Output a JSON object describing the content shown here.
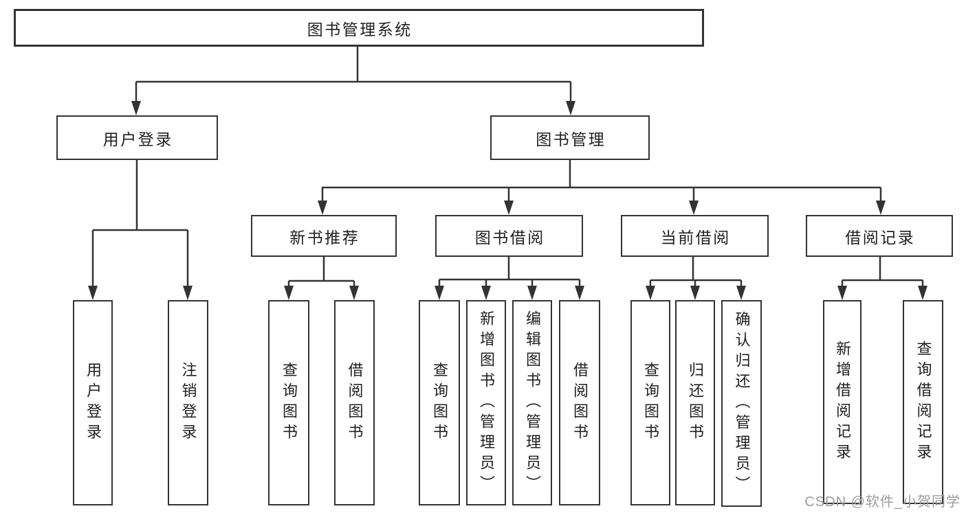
{
  "root": "图书管理系统",
  "branches": {
    "user_login": {
      "label": "用户登录",
      "children": [
        "用户登录",
        "注销登录"
      ]
    },
    "book_mgmt": {
      "label": "图书管理",
      "sections": {
        "new_book_rec": {
          "label": "新书推荐",
          "children": [
            "查询图书",
            "借阅图书"
          ]
        },
        "book_borrow": {
          "label": "图书借阅",
          "children": [
            "查询图书",
            "新增图书（管理员）",
            "编辑图书（管理员）",
            "借阅图书"
          ]
        },
        "current_borrow": {
          "label": "当前借阅",
          "children": [
            "查询图书",
            "归还图书",
            "确认归还（管理员）"
          ]
        },
        "borrow_record": {
          "label": "借阅记录",
          "children": [
            "新增借阅记录",
            "查询借阅记录"
          ]
        }
      }
    }
  },
  "watermark": "CSDN @软件_小贺同学",
  "colors": {
    "line": "#333333",
    "text": "#1f1f1f",
    "node-bg": "#ffffff",
    "watermark": "#9c9c9c",
    "background": "#ffffff"
  }
}
